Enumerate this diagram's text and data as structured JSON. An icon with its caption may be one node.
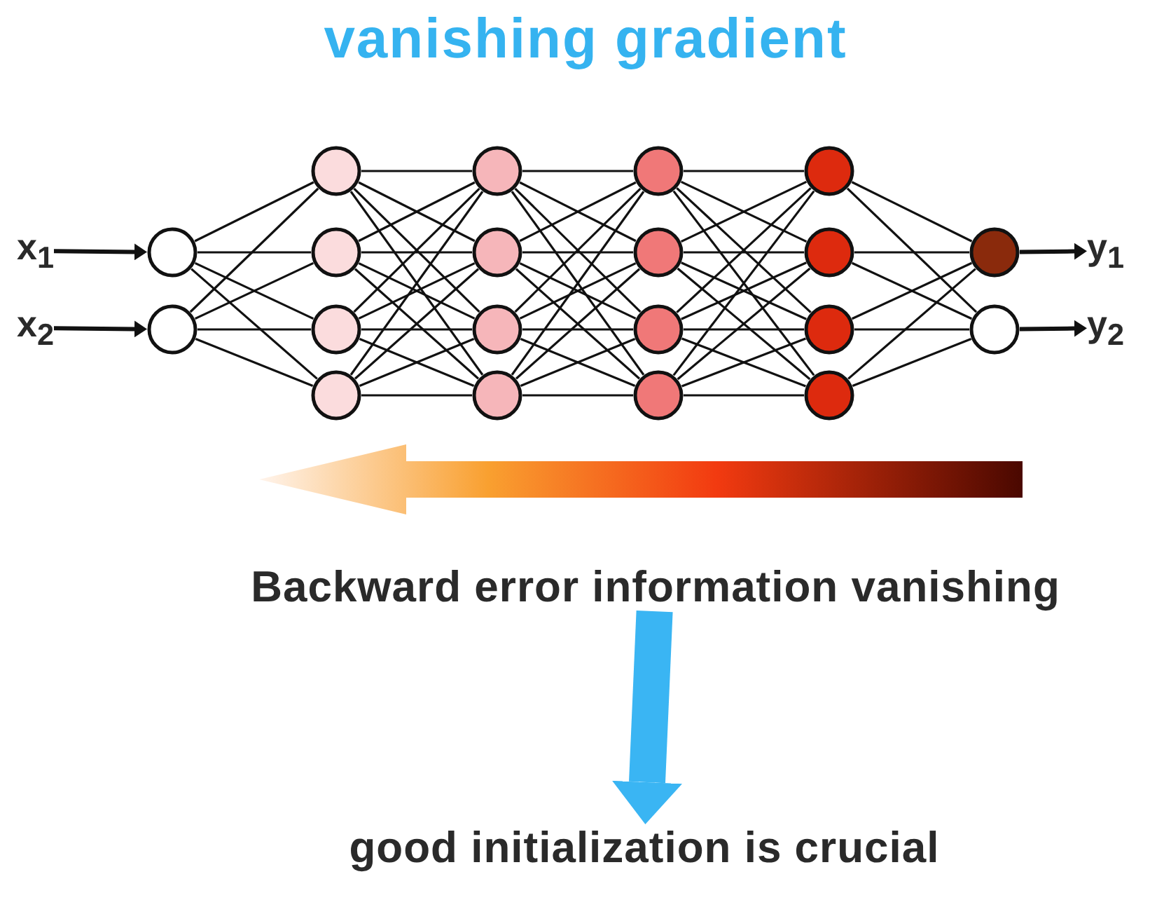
{
  "diagram": {
    "title": "vanishing gradient",
    "nodes": [
      {
        "text": [
          "x$_{1}$"
        ]
      },
      {
        "text": [
          "x$_{2}$"
        ]
      },
      {
        "text": [],
        "shape": "circle"
      },
      {
        "text": [],
        "shape": "circle"
      },
      {
        "text": [],
        "shape": "circle"
      },
      {
        "text": [],
        "shape": "circle"
      },
      {
        "text": [],
        "shape": "circle"
      },
      {
        "text": [],
        "shape": "circle"
      },
      {
        "text": [],
        "shape": "circle"
      },
      {
        "text": [],
        "shape": "circle"
      },
      {
        "text": [],
        "shape": "circle"
      },
      {
        "text": [],
        "shape": "circle"
      },
      {
        "text": [],
        "shape": "circle"
      },
      {
        "text": [],
        "shape": "circle"
      },
      {
        "text": [],
        "shape": "circle"
      },
      {
        "text": [],
        "shape": "circle"
      },
      {
        "text": [],
        "shape": "circle"
      },
      {
        "text": [],
        "shape": "circle"
      },
      {
        "text": [],
        "shape": "circle"
      },
      {
        "text": [],
        "shape": "circle"
      },
      {
        "text": [],
        "shape": "circle"
      },
      {
        "text": [],
        "shape": "circle"
      },
      {
        "text": [
          "y$_{1}$"
        ]
      },
      {
        "text": [
          "y$_{2}$"
        ]
      },
      {
        "text": [
          "Backward error information vanishing"
        ]
      },
      {
        "text": [
          "good initialization is crucial"
        ]
      }
    ],
    "edges": [
      {
        "from": 0,
        "to": 2,
        "arrow": "to"
      },
      {
        "from": 1,
        "to": 3,
        "arrow": "to"
      },
      {
        "from": 2,
        "to": 4,
        "arrow": "none"
      },
      {
        "from": 2,
        "to": 5,
        "arrow": "none"
      },
      {
        "from": 2,
        "to": 6,
        "arrow": "none"
      },
      {
        "from": 2,
        "to": 7,
        "arrow": "none"
      },
      {
        "from": 3,
        "to": 4,
        "arrow": "none"
      },
      {
        "from": 3,
        "to": 5,
        "arrow": "none"
      },
      {
        "from": 3,
        "to": 6,
        "arrow": "none"
      },
      {
        "from": 3,
        "to": 7,
        "arrow": "none"
      },
      {
        "from": 4,
        "to": 8,
        "arrow": "none"
      },
      {
        "from": 4,
        "to": 9,
        "arrow": "none"
      },
      {
        "from": 4,
        "to": 10,
        "arrow": "none"
      },
      {
        "from": 4,
        "to": 11,
        "arrow": "none"
      },
      {
        "from": 5,
        "to": 8,
        "arrow": "none"
      },
      {
        "from": 5,
        "to": 9,
        "arrow": "none"
      },
      {
        "from": 5,
        "to": 10,
        "arrow": "none"
      },
      {
        "from": 5,
        "to": 11,
        "arrow": "none"
      },
      {
        "from": 6,
        "to": 8,
        "arrow": "none"
      },
      {
        "from": 6,
        "to": 9,
        "arrow": "none"
      },
      {
        "from": 6,
        "to": 10,
        "arrow": "none"
      },
      {
        "from": 6,
        "to": 11,
        "arrow": "none"
      },
      {
        "from": 7,
        "to": 8,
        "arrow": "none"
      },
      {
        "from": 7,
        "to": 9,
        "arrow": "none"
      },
      {
        "from": 7,
        "to": 10,
        "arrow": "none"
      },
      {
        "from": 7,
        "to": 11,
        "arrow": "none"
      },
      {
        "from": 8,
        "to": 12,
        "arrow": "none"
      },
      {
        "from": 8,
        "to": 13,
        "arrow": "none"
      },
      {
        "from": 8,
        "to": 14,
        "arrow": "none"
      },
      {
        "from": 8,
        "to": 15,
        "arrow": "none"
      },
      {
        "from": 9,
        "to": 12,
        "arrow": "none"
      },
      {
        "from": 9,
        "to": 13,
        "arrow": "none"
      },
      {
        "from": 9,
        "to": 14,
        "arrow": "none"
      },
      {
        "from": 9,
        "to": 15,
        "arrow": "none"
      },
      {
        "from": 10,
        "to": 12,
        "arrow": "none"
      },
      {
        "from": 10,
        "to": 13,
        "arrow": "none"
      },
      {
        "from": 10,
        "to": 14,
        "arrow": "none"
      },
      {
        "from": 10,
        "to": 15,
        "arrow": "none"
      },
      {
        "from": 11,
        "to": 12,
        "arrow": "none"
      },
      {
        "from": 11,
        "to": 13,
        "arrow": "none"
      },
      {
        "from": 11,
        "to": 14,
        "arrow": "none"
      },
      {
        "from": 11,
        "to": 15,
        "arrow": "none"
      },
      {
        "from": 12,
        "to": 16,
        "arrow": "none"
      },
      {
        "from": 12,
        "to": 17,
        "arrow": "none"
      },
      {
        "from": 12,
        "to": 18,
        "arrow": "none"
      },
      {
        "from": 12,
        "to": 19,
        "arrow": "none"
      },
      {
        "from": 13,
        "to": 16,
        "arrow": "none"
      },
      {
        "from": 13,
        "to": 17,
        "arrow": "none"
      },
      {
        "from": 13,
        "to": 18,
        "arrow": "none"
      },
      {
        "from": 13,
        "to": 19,
        "arrow": "none"
      },
      {
        "from": 14,
        "to": 16,
        "arrow": "none"
      },
      {
        "from": 14,
        "to": 17,
        "arrow": "none"
      },
      {
        "from": 14,
        "to": 18,
        "arrow": "none"
      },
      {
        "from": 14,
        "to": 19,
        "arrow": "none"
      },
      {
        "from": 15,
        "to": 16,
        "arrow": "none"
      },
      {
        "from": 15,
        "to": 17,
        "arrow": "none"
      },
      {
        "from": 15,
        "to": 18,
        "arrow": "none"
      },
      {
        "from": 15,
        "to": 19,
        "arrow": "none"
      },
      {
        "from": 16,
        "to": 20,
        "arrow": "none"
      },
      {
        "from": 16,
        "to": 21,
        "arrow": "none"
      },
      {
        "from": 17,
        "to": 20,
        "arrow": "none"
      },
      {
        "from": 17,
        "to": 21,
        "arrow": "none"
      },
      {
        "from": 18,
        "to": 20,
        "arrow": "none"
      },
      {
        "from": 18,
        "to": 21,
        "arrow": "none"
      },
      {
        "from": 19,
        "to": 20,
        "arrow": "none"
      },
      {
        "from": 19,
        "to": 21,
        "arrow": "none"
      },
      {
        "from": 20,
        "to": 22,
        "arrow": "to"
      },
      {
        "from": 21,
        "to": 23,
        "arrow": "to"
      },
      {
        "from": 24,
        "to": 25,
        "arrow": "to",
        "style": "thick",
        "color": "#3ab5f3"
      }
    ]
  }
}
